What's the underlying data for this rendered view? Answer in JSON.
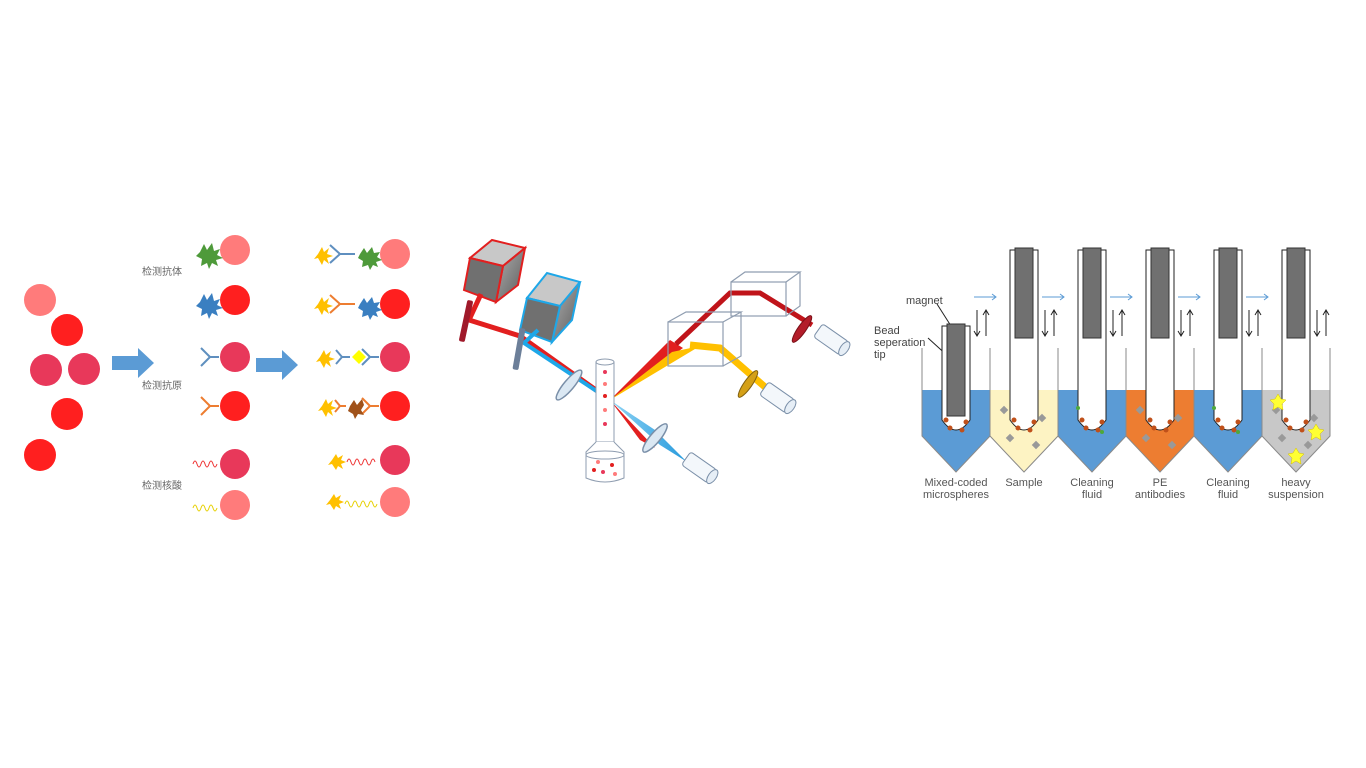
{
  "panel1": {
    "labels": {
      "antibody": "检测抗体",
      "antigen": "检测抗原",
      "nucleic_acid": "检测核酸"
    }
  },
  "panel3": {
    "labels": {
      "magnet": "magnet",
      "tip_line1": "Bead",
      "tip_line2": "seperation",
      "tip_line3": "tip"
    },
    "tubes": [
      {
        "line1": "Mixed-coded",
        "line2": "microspheres",
        "fill": "#5b9bd5"
      },
      {
        "line1": "Sample",
        "line2": "",
        "fill": "#fdf3c3"
      },
      {
        "line1": "Cleaning",
        "line2": "fluid",
        "fill": "#5b9bd5"
      },
      {
        "line1": "PE",
        "line2": "antibodies",
        "fill": "#ed7d31"
      },
      {
        "line1": "Cleaning",
        "line2": "fluid",
        "fill": "#5b9bd5"
      },
      {
        "line1": "heavy",
        "line2": "suspension",
        "fill": "#c8c8c8"
      }
    ]
  },
  "colors": {
    "bead_red": "#ff1f1f",
    "bead_pink": "#ff7b7b",
    "bead_crimson": "#e8385a",
    "arrow_blue": "#5b9bd5",
    "laser_red": "#e21f1f",
    "laser_blue": "#1ea7e8",
    "laser_yellow": "#ffc000"
  }
}
